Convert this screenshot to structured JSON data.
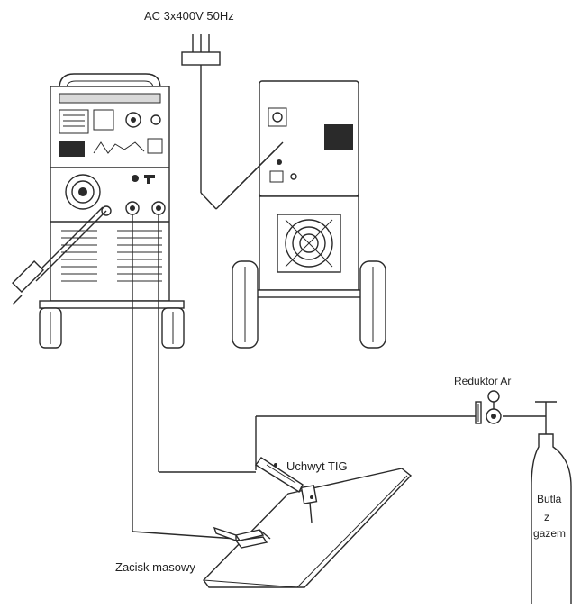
{
  "labels": {
    "power_supply": "AC 3x400V 50Hz",
    "gas_reducer": "Reduktor Ar",
    "tig_torch": "Uchwyt TIG",
    "ground_clamp": "Zacisk masowy",
    "gas_cylinder_line1": "Butla",
    "gas_cylinder_line2": "z",
    "gas_cylinder_line3": "gazem"
  },
  "colors": {
    "line": "#2a2a2a",
    "background": "#ffffff"
  }
}
